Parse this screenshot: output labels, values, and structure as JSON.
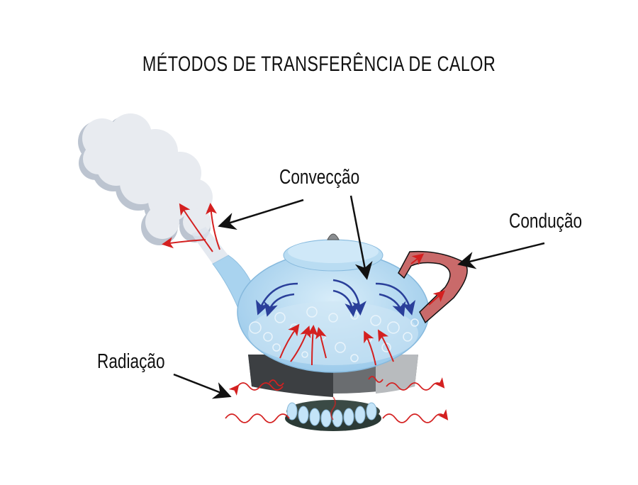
{
  "title": "MÉTODOS DE TRANSFERÊNCIA DE CALOR",
  "labels": {
    "convection": "Convecção",
    "conduction": "Condução",
    "radiation": "Radiação"
  },
  "colors": {
    "heat_arrow": "#d42020",
    "cool_arrow": "#2a3f9a",
    "kettle_glass": "#a9d3ef",
    "steam": "#e6e9ee",
    "burner": "#2b3a36",
    "flame": "#bfe2f7",
    "pointer_arrow": "#111111"
  },
  "components": [
    "steam-cloud",
    "glass-kettle",
    "kettle-lid",
    "kettle-handle",
    "kettle-spout",
    "gas-burner",
    "flames",
    "radiation-waves"
  ]
}
